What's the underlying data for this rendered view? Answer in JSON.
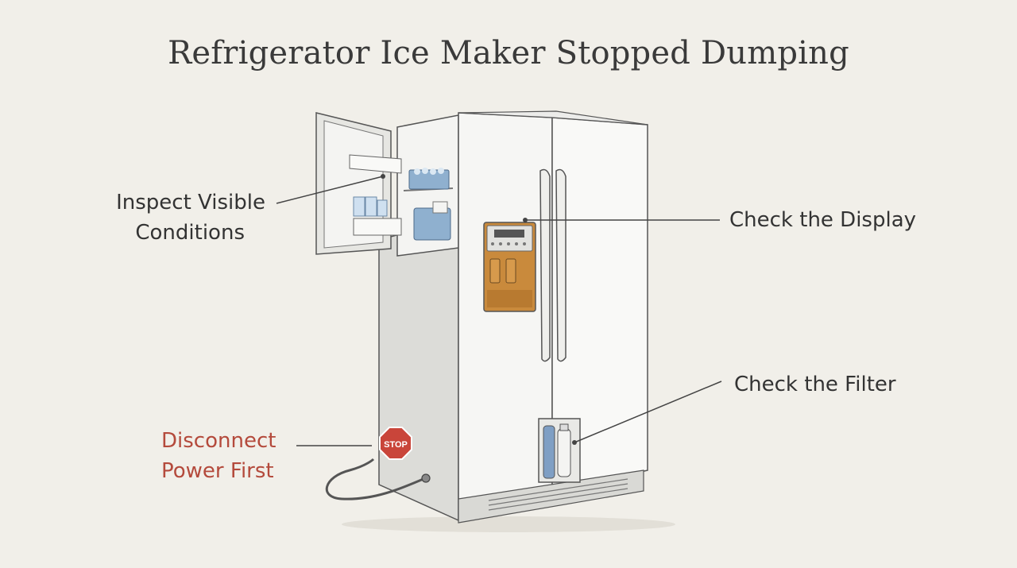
{
  "title": "Refrigerator Ice Maker Stopped Dumping",
  "labels": {
    "inspect": [
      "Inspect Visible",
      "Conditions"
    ],
    "display": "Check the Display",
    "filter": "Check the Filter",
    "power": [
      "Disconnect",
      "Power First"
    ]
  },
  "stop_sign_text": "STOP",
  "colors": {
    "background": "#f1efe9",
    "warning_text": "#b44a3c",
    "stop_sign": "#c9453a",
    "dispenser": "#c98a3c",
    "ice_bin": "#8fb0cf",
    "filter_cartridge": "#7f9fc4"
  }
}
